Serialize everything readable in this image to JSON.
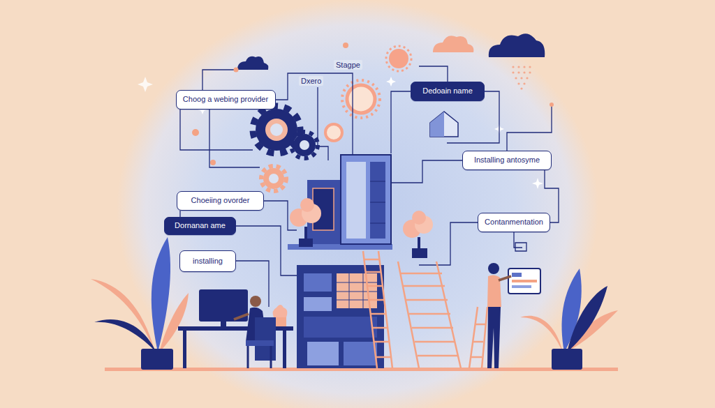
{
  "diagram": {
    "nodes": [
      {
        "text": [
          "Choog a webing provider"
        ]
      },
      {
        "text": [
          "Dedoain name"
        ]
      },
      {
        "text": [
          "Installing antosyme"
        ]
      },
      {
        "text": [
          "Choeiing ovorder"
        ]
      },
      {
        "text": [
          "Dornanan ame"
        ]
      },
      {
        "text": [
          "installing"
        ]
      },
      {
        "text": [
          "Contanmentation"
        ]
      }
    ],
    "labels": [
      "Stagpe",
      "Dxero"
    ]
  }
}
